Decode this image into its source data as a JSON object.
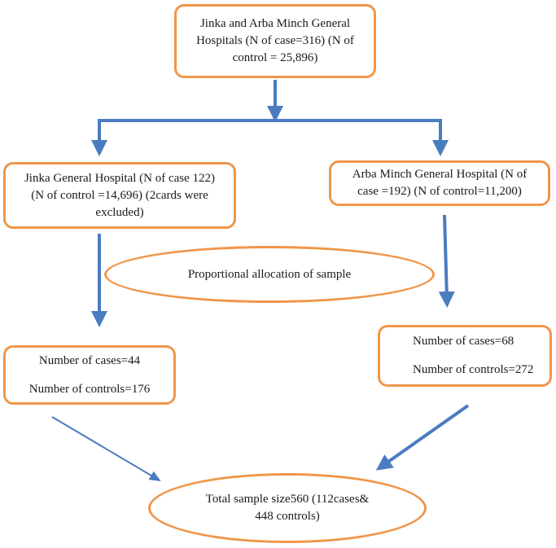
{
  "colors": {
    "box_border": "#f0964a",
    "arrow": "#4a7cc0",
    "text": "#1a1a1a"
  },
  "top_box": {
    "lines": [
      "Jinka and Arba Minch General",
      "Hospitals (N of case=316) (N of",
      "control = 25,896)"
    ]
  },
  "jinka_box": {
    "lines": [
      "Jinka General Hospital (N of case 122)",
      "(N of control =14,696) (2cards were",
      "excluded)"
    ]
  },
  "arba_box": {
    "lines": [
      "Arba Minch General Hospital (N of",
      "case =192) (N of control=11,200)"
    ]
  },
  "allocation_ellipse": {
    "label": "Proportional allocation of sample"
  },
  "jinka_counts": {
    "cases": "Number of cases=44",
    "controls": "Number of controls=176"
  },
  "arba_counts": {
    "cases": "Number of cases=68",
    "controls": "Number of controls=272"
  },
  "total_ellipse": {
    "lines": [
      "Total sample size560 (112cases&",
      "448 controls)"
    ]
  }
}
